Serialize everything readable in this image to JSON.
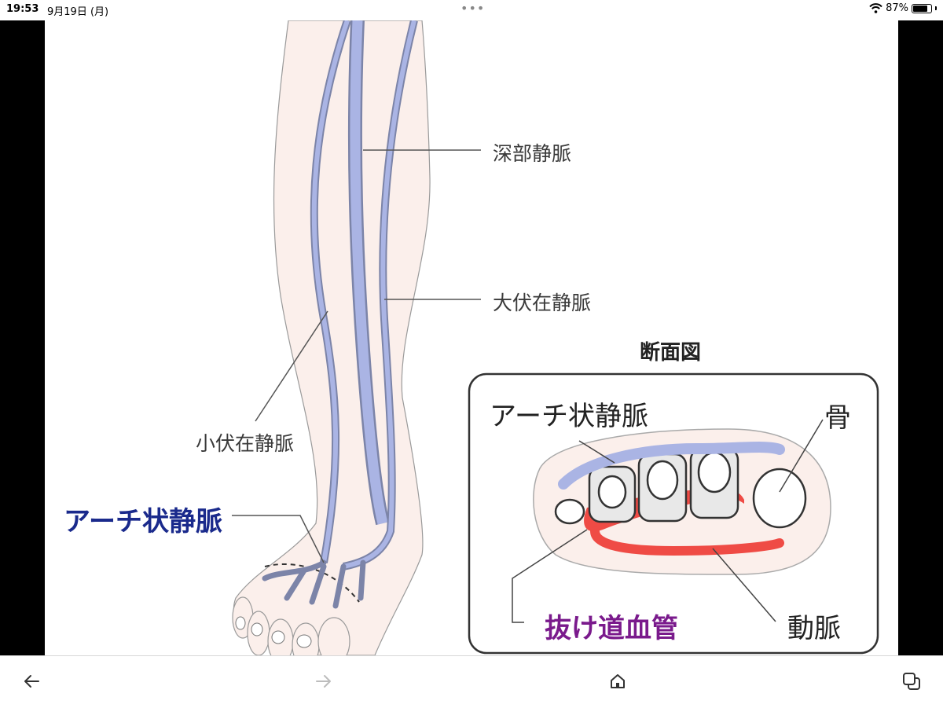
{
  "status_bar": {
    "time": "19:53",
    "date": "9月19日 (月)",
    "battery": "87%",
    "battery_level": 0.87,
    "icons": [
      "multitask-dots-icon",
      "wifi-icon",
      "battery-icon"
    ]
  },
  "figure": {
    "labels": {
      "deep_vein": "深部静脈",
      "great_saphenous": "大伏在静脈",
      "small_saphenous": "小伏在静脈",
      "arch_vein": "アーチ状静脈",
      "cross_section_title": "断面図",
      "arch_vein_inset": "アーチ状静脈",
      "bone": "骨",
      "bypass_vessel": "抜け道血管",
      "artery": "動脈"
    },
    "colors": {
      "vein": "#aab4e4",
      "artery": "#ef4b45",
      "skin": "#fbefeb",
      "outline": "#8a8a8a",
      "arch_label": "#1a2a8c",
      "bypass_label": "#7a1a8c"
    }
  },
  "toolbar": {
    "back_icon": "back-arrow-icon",
    "forward_icon": "forward-arrow-icon",
    "home_icon": "home-icon",
    "tabs_icon": "tabs-icon"
  }
}
